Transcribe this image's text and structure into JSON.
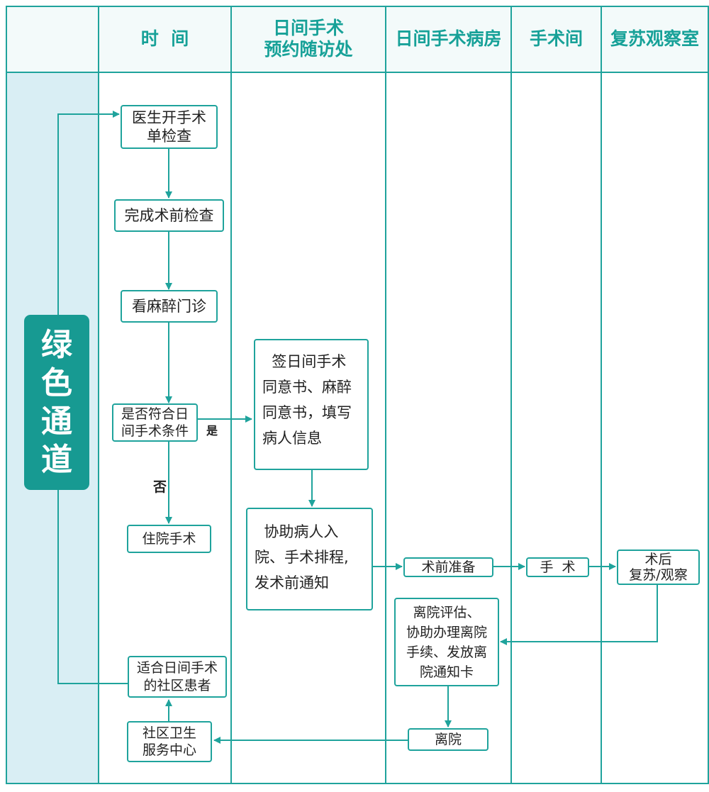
{
  "headers": {
    "col1": "时  间",
    "col2": "日间手术\n预约随访处",
    "col3": "日间手术病房",
    "col4": "手术间",
    "col5": "复苏观察室"
  },
  "side_label": "绿\n色\n通\n道",
  "nodes": {
    "order_exam": "医生开手术\n单检查",
    "preop_exam": "完成术前检查",
    "anesthesia_clinic": "看麻醉门诊",
    "eligibility": "是否符合日\n间手术条件",
    "inpatient_surgery": "住院手术",
    "consent": "  签日间手术\n同意书、麻醉\n同意书，填写\n病人信息",
    "admission": "  协助病人入\n院、手术排程,\n发术前通知",
    "preop_prep": "术前准备",
    "surgery": "手  术",
    "recovery": "术后\n复苏/观察",
    "discharge_eval": "离院评估、\n协助办理离院\n手续、发放离\n院通知卡",
    "leave": "离院",
    "community_center": "社区卫生\n服务中心",
    "community_patients": "适合日间手术\n的社区患者"
  },
  "edge_labels": {
    "yes": "是",
    "no": "否"
  },
  "colors": {
    "accent": "#1fa39c",
    "side_bg": "#d9eef4",
    "green_block": "#179a92"
  }
}
